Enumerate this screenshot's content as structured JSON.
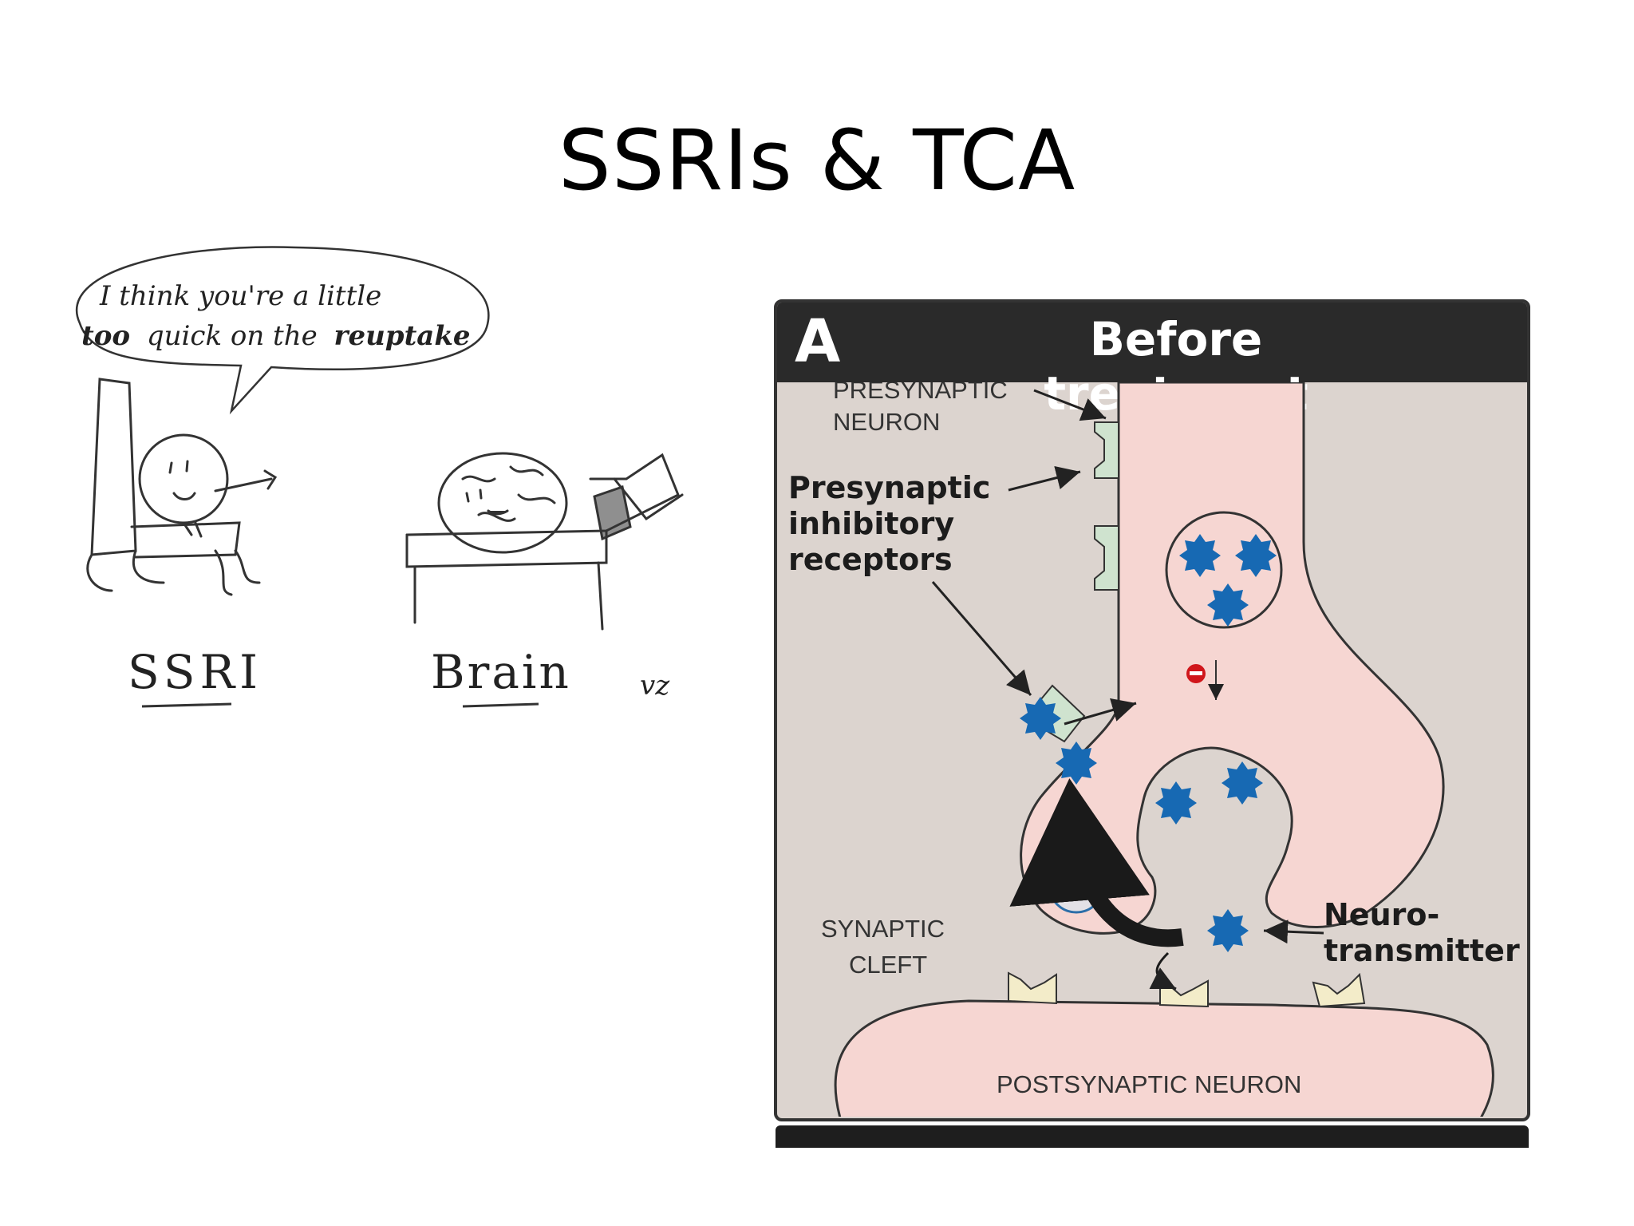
{
  "slide": {
    "title": "SSRIs & TCA"
  },
  "cartoon": {
    "speech_line1": "I think you're a little",
    "speech_line2_a": "too",
    "speech_line2_b": "quick on the",
    "speech_line2_c": "reuptake",
    "label_ssri": "SSRI",
    "label_brain": "Brain",
    "signature": "vz"
  },
  "diagram": {
    "letter": "A",
    "heading": "Before treatment",
    "presynaptic_line1": "PRESYNAPTIC",
    "presynaptic_line2": "NEURON",
    "receptors_line1": "Presynaptic",
    "receptors_line2": "inhibitory",
    "receptors_line3": "receptors",
    "cleft_line1": "SYNAPTIC",
    "cleft_line2": "CLEFT",
    "nt_line1": "Neuro-",
    "nt_line2": "transmitter",
    "postsynaptic": "POSTSYNAPTIC NEURON",
    "colors": {
      "neuron_fill": "#f6d6d2",
      "background": "#dcd4cf",
      "neurotransmitter": "#1769b3",
      "inhibitory_receptor": "#cfe3cf",
      "postsynaptic_receptor": "#f3ecc9",
      "inhibitory_sign": "#d0161b"
    }
  }
}
